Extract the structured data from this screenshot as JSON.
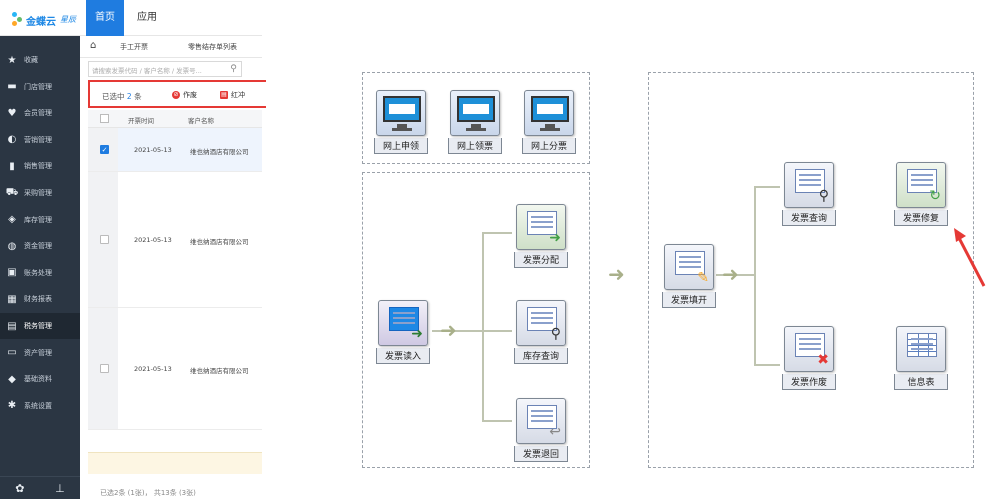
{
  "app": {
    "brand": "金蝶云",
    "brand_sub": "星辰",
    "top_tabs": [
      "首页",
      "应用"
    ],
    "breadcrumbs": [
      "手工开票",
      "零售结存单列表"
    ],
    "home_icon": "home-icon"
  },
  "sidebar": {
    "items": [
      {
        "label": "收藏",
        "icon": "star-icon",
        "glyph": "★"
      },
      {
        "label": "门店管理",
        "icon": "store-icon",
        "glyph": "▬"
      },
      {
        "label": "会员管理",
        "icon": "member-icon",
        "glyph": "♥"
      },
      {
        "label": "营销管理",
        "icon": "marketing-icon",
        "glyph": "◐"
      },
      {
        "label": "销售管理",
        "icon": "sales-icon",
        "glyph": "▮"
      },
      {
        "label": "采购管理",
        "icon": "cart-icon",
        "glyph": "⛟"
      },
      {
        "label": "库存管理",
        "icon": "inventory-icon",
        "glyph": "◈"
      },
      {
        "label": "资金管理",
        "icon": "fund-icon",
        "glyph": "◍"
      },
      {
        "label": "账务处理",
        "icon": "ledger-icon",
        "glyph": "▣"
      },
      {
        "label": "财务报表",
        "icon": "report-icon",
        "glyph": "▦"
      },
      {
        "label": "税务管理",
        "icon": "tax-icon",
        "glyph": "▤"
      },
      {
        "label": "资产管理",
        "icon": "asset-icon",
        "glyph": "▭"
      },
      {
        "label": "基础资料",
        "icon": "layers-icon",
        "glyph": "◆"
      },
      {
        "label": "系统设置",
        "icon": "gear-icon",
        "glyph": "✱"
      }
    ],
    "active_index": 10,
    "bottom": [
      {
        "icon": "settings-icon",
        "glyph": "✿"
      },
      {
        "icon": "pin-icon",
        "glyph": "⊥"
      }
    ]
  },
  "search": {
    "placeholder": "请搜索发票代码 / 客户名称 / 发票号..."
  },
  "actionbar": {
    "selected_prefix": "已选中",
    "selected_count": "2",
    "selected_suffix": "条",
    "void_label": "作废",
    "red_label": "红冲"
  },
  "table": {
    "headers": [
      "开票时间",
      "客户名称"
    ],
    "rows": [
      {
        "checked": true,
        "date": "2021-05-13",
        "customer": "维也纳酒店有限公司"
      },
      {
        "checked": false,
        "date": "2021-05-13",
        "customer": "维也纳酒店有限公司"
      },
      {
        "checked": false,
        "date": "2021-05-13",
        "customer": "维也纳酒店有限公司"
      }
    ]
  },
  "footer": {
    "summary": "已选2条 (1张)， 共13条 (3张)"
  },
  "flow": {
    "online": [
      "网上申领",
      "网上领票",
      "网上分票"
    ],
    "read_in": "发票读入",
    "branch_a": [
      "发票分配",
      "库存查询",
      "发票退回"
    ],
    "issue": "发票填开",
    "branch_b": [
      "发票查询",
      "发票修复",
      "发票作废",
      "信息表"
    ]
  }
}
